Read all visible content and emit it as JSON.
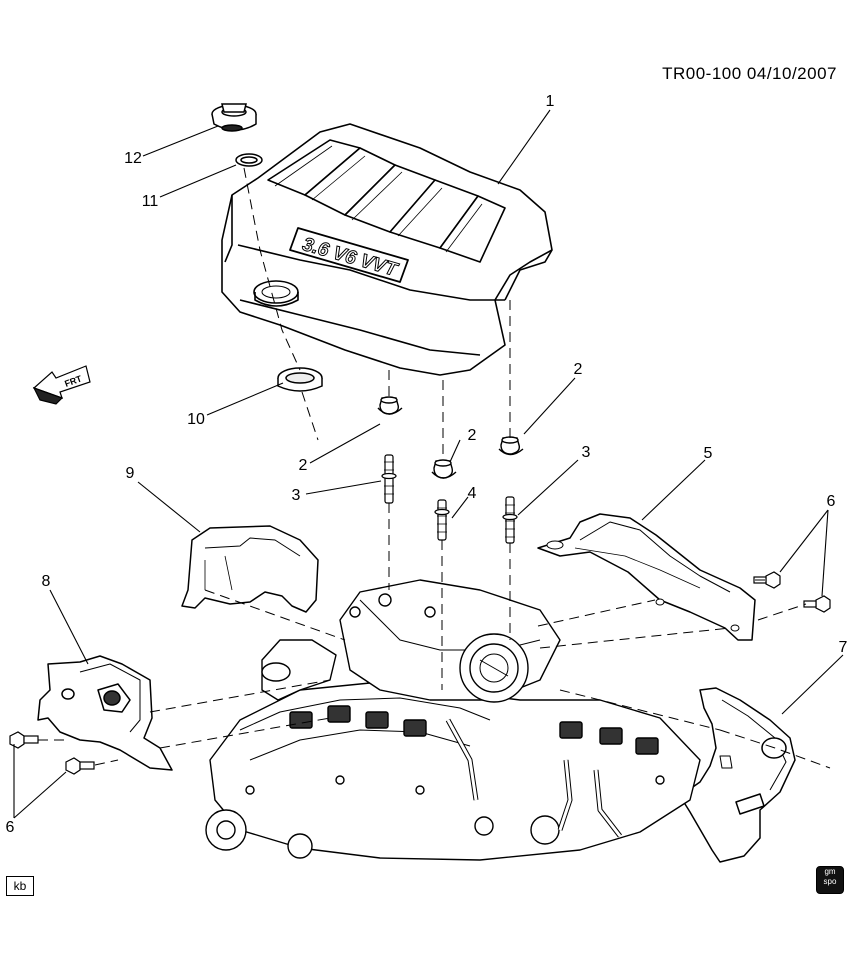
{
  "header": {
    "reference": "TR00-100  04/10/2007"
  },
  "callouts": [
    {
      "id": "1",
      "part": "engine-cover"
    },
    {
      "id": "2",
      "part": "grommet"
    },
    {
      "id": "2",
      "part": "grommet"
    },
    {
      "id": "2",
      "part": "grommet"
    },
    {
      "id": "3",
      "part": "stud"
    },
    {
      "id": "3",
      "part": "stud"
    },
    {
      "id": "4",
      "part": "stud"
    },
    {
      "id": "5",
      "part": "heat-shield-right"
    },
    {
      "id": "6",
      "part": "bolt"
    },
    {
      "id": "6",
      "part": "bolt"
    },
    {
      "id": "7",
      "part": "heat-shield-rear"
    },
    {
      "id": "8",
      "part": "heat-shield-left"
    },
    {
      "id": "9",
      "part": "heat-shield-upper-left"
    },
    {
      "id": "10",
      "part": "seal"
    },
    {
      "id": "11",
      "part": "o-ring"
    },
    {
      "id": "12",
      "part": "oil-fill-cap"
    }
  ],
  "cover_badge": "3.6 V6 VVT",
  "direction_label": "FRT",
  "footer": {
    "illustrator_tag": "kb",
    "logo_text": [
      "gm",
      "spo"
    ]
  }
}
